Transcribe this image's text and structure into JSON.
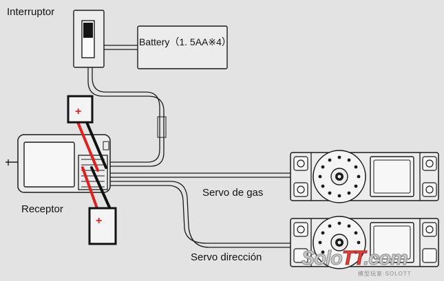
{
  "labels": {
    "switch": "Interruptor",
    "battery": "Battery（1. 5AA※4）",
    "receiver": "Receptor",
    "servo_throttle": "Servo de gas",
    "servo_steering": "Servo dirección",
    "plus_sign": "+"
  },
  "watermark": {
    "part1": "Solo",
    "part2": "TT",
    "part3": ".com",
    "subtext": "模型玩家·SOLOTT"
  },
  "colors": {
    "background": "#e3e3e3",
    "wire_red": "#e0201e",
    "wire_black": "#111111",
    "outline": "#1a1a1a"
  }
}
